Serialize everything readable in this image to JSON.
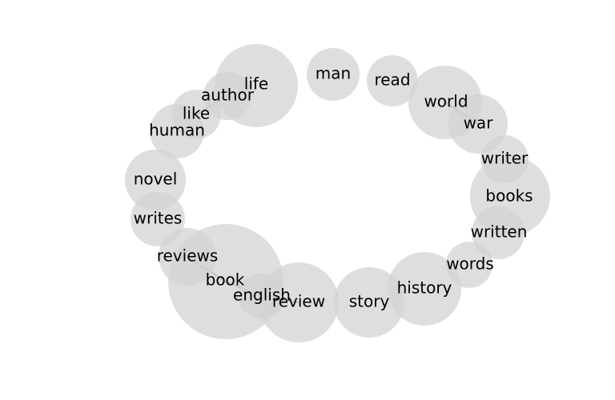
{
  "colors": {
    "node_fill": "#d3d3d3",
    "edge": "#888888",
    "label": "#000000",
    "background": "#ffffff"
  },
  "nodes": [
    {
      "id": "life",
      "label": "life"
    },
    {
      "id": "author",
      "label": "author"
    },
    {
      "id": "like",
      "label": "like"
    },
    {
      "id": "human",
      "label": "human"
    },
    {
      "id": "novel",
      "label": "novel"
    },
    {
      "id": "writes",
      "label": "writes"
    },
    {
      "id": "reviews",
      "label": "reviews"
    },
    {
      "id": "book",
      "label": "book"
    },
    {
      "id": "english",
      "label": "english"
    },
    {
      "id": "review",
      "label": "review"
    },
    {
      "id": "story",
      "label": "story"
    },
    {
      "id": "history",
      "label": "history"
    },
    {
      "id": "words",
      "label": "words"
    },
    {
      "id": "written",
      "label": "written"
    },
    {
      "id": "books",
      "label": "books"
    },
    {
      "id": "writer",
      "label": "writer"
    },
    {
      "id": "war",
      "label": "war"
    },
    {
      "id": "world",
      "label": "world"
    },
    {
      "id": "read",
      "label": "read"
    },
    {
      "id": "man",
      "label": "man"
    }
  ],
  "edges": [
    {
      "source": "author",
      "target": "like"
    },
    {
      "source": "world",
      "target": "war"
    },
    {
      "source": "book",
      "target": "reviews"
    },
    {
      "source": "book",
      "target": "english"
    },
    {
      "source": "english",
      "target": "review"
    }
  ]
}
